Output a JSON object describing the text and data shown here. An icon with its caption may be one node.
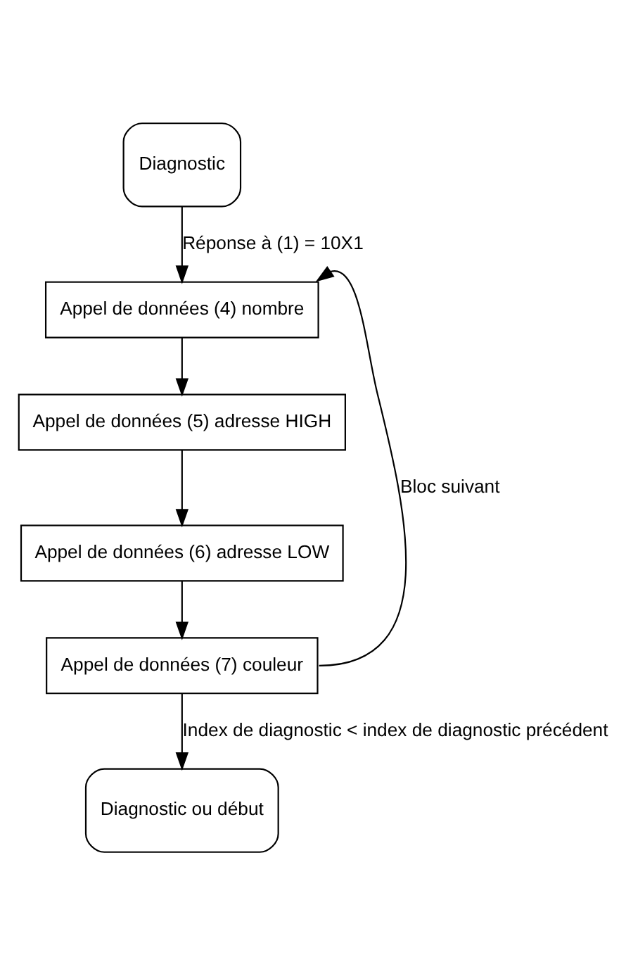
{
  "diagram": {
    "nodes": [
      {
        "text": [
          "Diagnostic"
        ]
      },
      {
        "text": [
          "Appel de données (4) nombre"
        ]
      },
      {
        "text": [
          "Appel de données (5) adresse HIGH"
        ]
      },
      {
        "text": [
          "Appel de données (6) adresse LOW"
        ]
      },
      {
        "text": [
          "Appel de données (7) couleur"
        ]
      },
      {
        "text": [
          "Diagnostic ou début"
        ]
      }
    ],
    "edges": [
      {
        "from": 0,
        "to": 1,
        "arrow": "to",
        "label": "Réponse à (1) = 10X1"
      },
      {
        "from": 1,
        "to": 2,
        "arrow": "to"
      },
      {
        "from": 2,
        "to": 3,
        "arrow": "to"
      },
      {
        "from": 3,
        "to": 4,
        "arrow": "to"
      },
      {
        "from": 4,
        "to": 1,
        "arrow": "to",
        "label": "Bloc suivant"
      },
      {
        "from": 4,
        "to": 5,
        "arrow": "to",
        "label": "Index de diagnostic < index de diagnostic précédent"
      }
    ]
  }
}
